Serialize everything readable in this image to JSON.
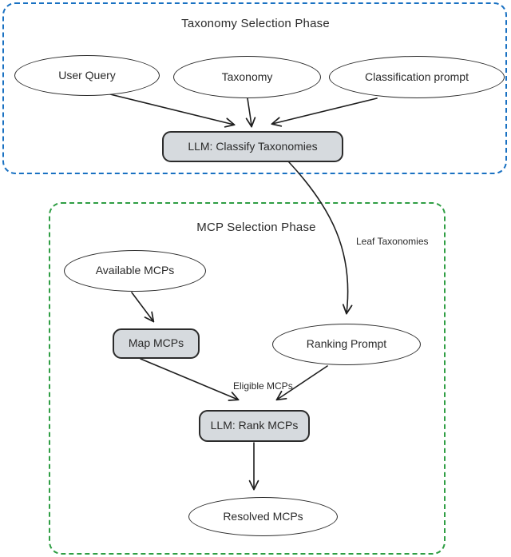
{
  "colors": {
    "phase1_border": "#1971c2",
    "phase2_border": "#2f9e44",
    "node_fill": "#d6dade",
    "node_stroke": "#2b2b2b",
    "edge_stroke": "#1e1e1e",
    "text": "#2a2a2a",
    "background": "#ffffff"
  },
  "phase1": {
    "title": "Taxonomy Selection Phase",
    "nodes": {
      "user_query": "User Query",
      "taxonomy": "Taxonomy",
      "classification_prompt": "Classification prompt",
      "llm_classify": "LLM: Classify Taxonomies"
    }
  },
  "phase2": {
    "title": "MCP Selection Phase",
    "nodes": {
      "available_mcps": "Available MCPs",
      "map_mcps": "Map MCPs",
      "ranking_prompt": "Ranking Prompt",
      "llm_rank": "LLM: Rank MCPs",
      "resolved_mcps": "Resolved MCPs"
    }
  },
  "edge_labels": {
    "leaf_taxonomies": "Leaf Taxonomies",
    "eligible_mcps": "Eligible MCPs"
  }
}
